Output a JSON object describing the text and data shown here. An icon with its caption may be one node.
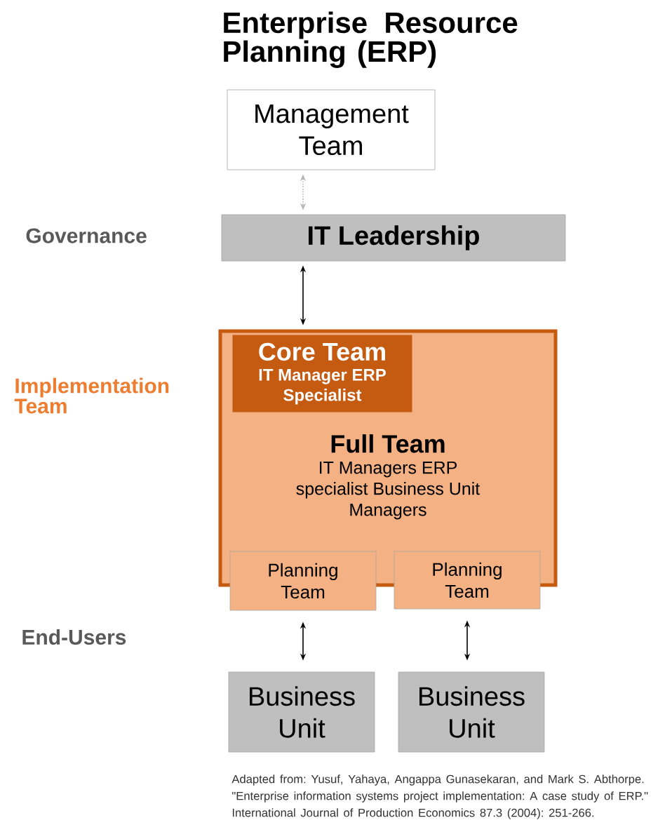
{
  "diagram": {
    "title": "Enterprise Resource Planning (ERP)",
    "nodes": [
      {
        "text": [
          "Management Team"
        ]
      },
      {
        "text": [
          "IT Leadership"
        ]
      },
      {
        "text": [
          "Full Team",
          "IT Managers ERP specialist Business Unit Managers"
        ]
      },
      {
        "text": [
          "Core Team",
          "IT Manager ERP Specialist"
        ],
        "in": 2
      },
      {
        "text": [
          "Planning Team"
        ]
      },
      {
        "text": [
          "Planning Team"
        ]
      },
      {
        "text": [
          "Business Unit"
        ]
      },
      {
        "text": [
          "Business Unit"
        ]
      }
    ],
    "edges": [
      {
        "from": 0,
        "to": 1,
        "arrow": "both",
        "style": "dashed",
        "color": "#b4b4b4"
      },
      {
        "from": 1,
        "to": 2,
        "arrow": "both"
      },
      {
        "from": 4,
        "to": 6,
        "arrow": "both"
      },
      {
        "from": 5,
        "to": 7,
        "arrow": "both"
      }
    ],
    "labels": [
      "Governance",
      "Implementation Team",
      "End-Users",
      "Adapted from: Yusuf, Yahaya, Angappa Gunasekaran, and Mark S. Abthorpe. \"Enterprise information systems project implementation: A case study of ERP.\" International Journal of Production Economics 87.3 (2004): 251-266."
    ]
  }
}
